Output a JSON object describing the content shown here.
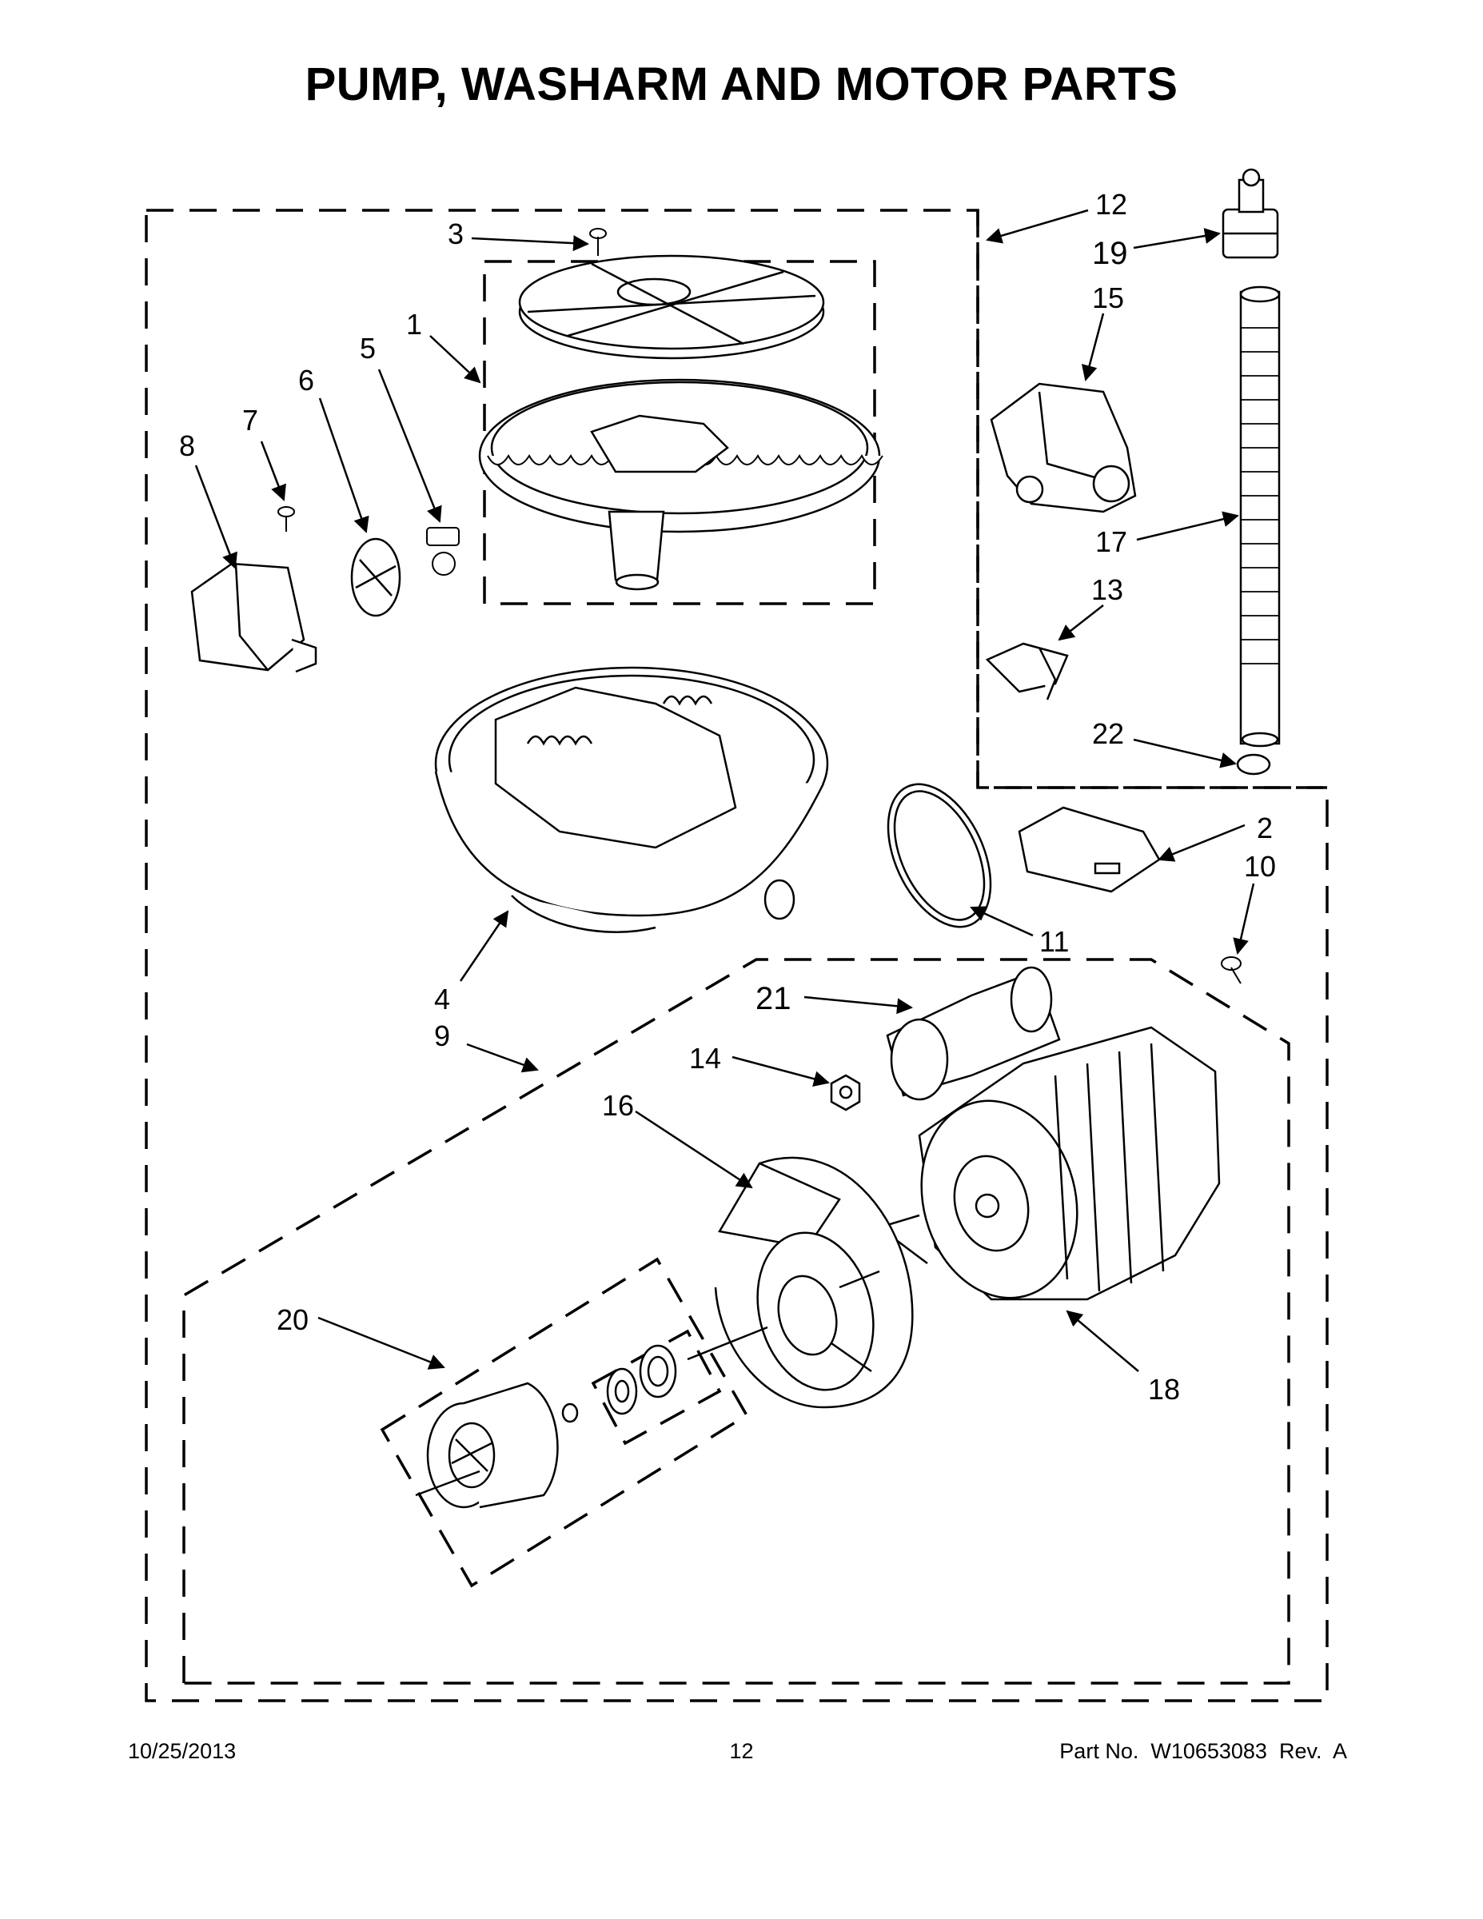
{
  "title": "PUMP, WASHARM AND MOTOR PARTS",
  "callouts": [
    "1",
    "2",
    "3",
    "4",
    "5",
    "6",
    "7",
    "8",
    "9",
    "10",
    "11",
    "12",
    "13",
    "14",
    "15",
    "16",
    "17",
    "18",
    "19",
    "20",
    "21",
    "22"
  ],
  "footer": {
    "date": "10/25/2013",
    "page": "12",
    "part_no": "Part No.  W10653083  Rev.  A"
  }
}
